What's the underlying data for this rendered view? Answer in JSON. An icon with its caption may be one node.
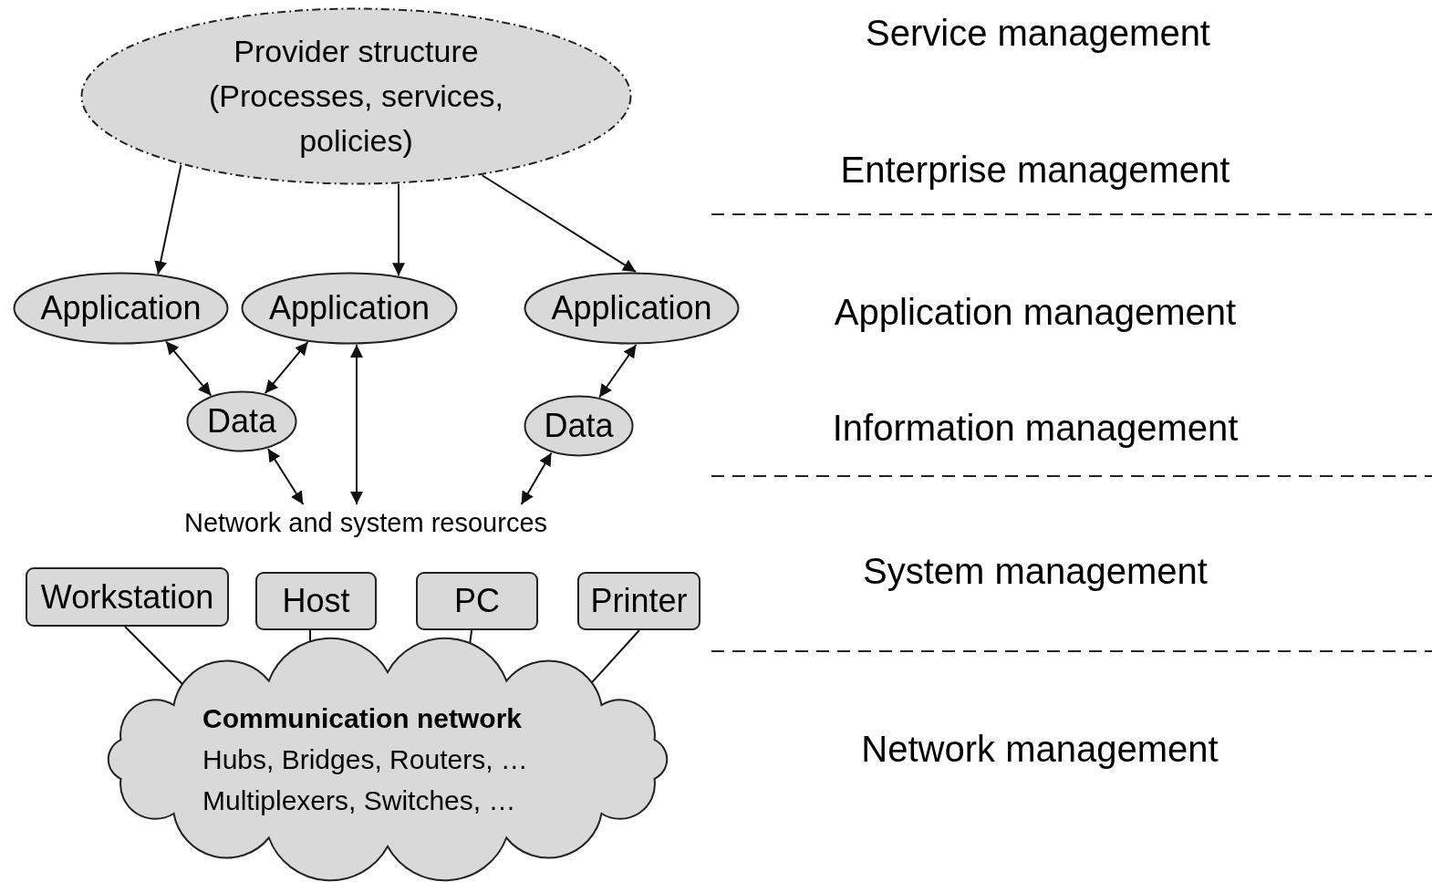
{
  "diagram": {
    "nodes": [
      {
        "text": [
          "Provider structure (Processes, services, policies)"
        ]
      },
      {
        "text": [
          "Application"
        ]
      },
      {
        "text": [
          "Application"
        ]
      },
      {
        "text": [
          "Application"
        ]
      },
      {
        "text": [
          "Data"
        ]
      },
      {
        "text": [
          "Data"
        ]
      },
      {
        "text": [
          "Network and system resources"
        ]
      },
      {
        "text": [
          "Workstation"
        ]
      },
      {
        "text": [
          "Host"
        ]
      },
      {
        "text": [
          "PC"
        ]
      },
      {
        "text": [
          "Printer"
        ]
      },
      {
        "text": [
          "Communication network",
          "Hubs, Bridges, Routers, …",
          "Multiplexers, Switches, …"
        ]
      }
    ],
    "edges": [
      {
        "from": 0,
        "to": 1,
        "arrow": "to"
      },
      {
        "from": 0,
        "to": 2,
        "arrow": "to"
      },
      {
        "from": 0,
        "to": 3,
        "arrow": "to"
      },
      {
        "from": 1,
        "to": 4,
        "arrow": "both"
      },
      {
        "from": 2,
        "to": 4,
        "arrow": "both"
      },
      {
        "from": 2,
        "to": 6,
        "arrow": "both"
      },
      {
        "from": 4,
        "to": 6,
        "arrow": "both"
      },
      {
        "from": 3,
        "to": 5,
        "arrow": "both"
      },
      {
        "from": 5,
        "to": 6,
        "arrow": "both"
      },
      {
        "from": 7,
        "to": 11,
        "arrow": "none"
      },
      {
        "from": 8,
        "to": 11,
        "arrow": "none"
      },
      {
        "from": 9,
        "to": 11,
        "arrow": "none"
      },
      {
        "from": 10,
        "to": 11,
        "arrow": "none"
      }
    ],
    "labels": [
      "Service management",
      "Enterprise management",
      "Application management",
      "Information management",
      "System management",
      "Network management"
    ]
  }
}
